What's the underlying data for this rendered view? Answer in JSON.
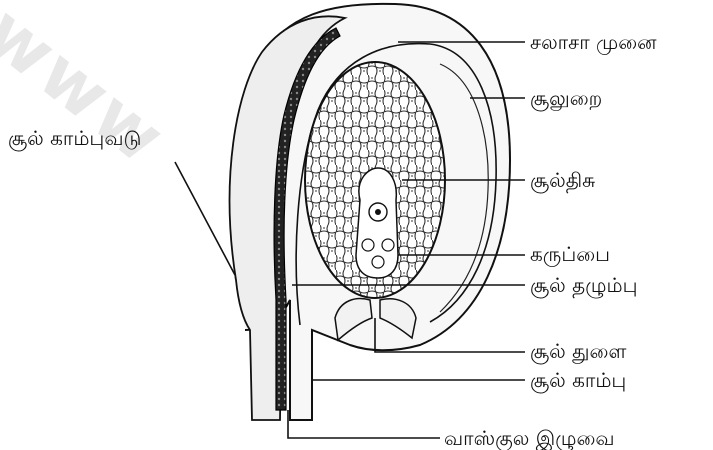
{
  "watermark": "www",
  "labels": {
    "micropyle_tip": "சலாசா முனை",
    "integument": "சூலுறை",
    "funicle_scar": "சூல் காம்புவடு",
    "nucellus": "சூல்திசு",
    "embryo_sac": "கருப்பை",
    "ovule_body": "சூல் தழும்பு",
    "micropyle": "சூல் துளை",
    "funiculus": "சூல் காம்பு",
    "vascular_strand": "வாஸ்குல இழுவை"
  }
}
